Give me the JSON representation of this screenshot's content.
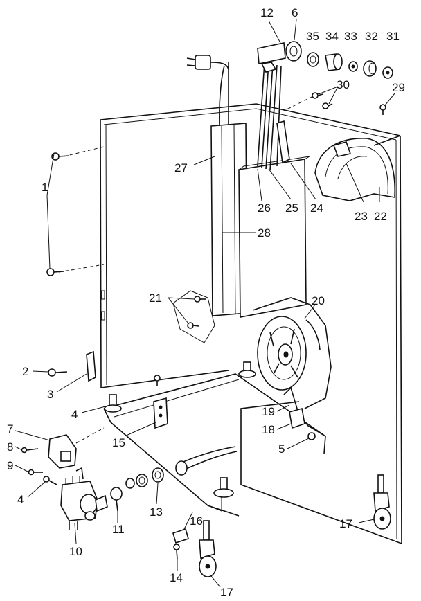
{
  "callouts": [
    {
      "id": "c1",
      "text": "1"
    },
    {
      "id": "c2",
      "text": "2"
    },
    {
      "id": "c3",
      "text": "3"
    },
    {
      "id": "c4a",
      "text": "4"
    },
    {
      "id": "c4b",
      "text": "4"
    },
    {
      "id": "c5",
      "text": "5"
    },
    {
      "id": "c6",
      "text": "6"
    },
    {
      "id": "c7",
      "text": "7"
    },
    {
      "id": "c8",
      "text": "8"
    },
    {
      "id": "c9",
      "text": "9"
    },
    {
      "id": "c10",
      "text": "10"
    },
    {
      "id": "c11",
      "text": "11"
    },
    {
      "id": "c12",
      "text": "12"
    },
    {
      "id": "c13",
      "text": "13"
    },
    {
      "id": "c14",
      "text": "14"
    },
    {
      "id": "c15",
      "text": "15"
    },
    {
      "id": "c16",
      "text": "16"
    },
    {
      "id": "c17a",
      "text": "17"
    },
    {
      "id": "c17b",
      "text": "17"
    },
    {
      "id": "c18",
      "text": "18"
    },
    {
      "id": "c19",
      "text": "19"
    },
    {
      "id": "c20",
      "text": "20"
    },
    {
      "id": "c21",
      "text": "21"
    },
    {
      "id": "c22",
      "text": "22"
    },
    {
      "id": "c23",
      "text": "23"
    },
    {
      "id": "c24",
      "text": "24"
    },
    {
      "id": "c25",
      "text": "25"
    },
    {
      "id": "c26",
      "text": "26"
    },
    {
      "id": "c27",
      "text": "27"
    },
    {
      "id": "c28",
      "text": "28"
    },
    {
      "id": "c29",
      "text": "29"
    },
    {
      "id": "c30",
      "text": "30"
    },
    {
      "id": "c31",
      "text": "31"
    },
    {
      "id": "c32",
      "text": "32"
    },
    {
      "id": "c33",
      "text": "33"
    },
    {
      "id": "c34",
      "text": "34"
    },
    {
      "id": "c35",
      "text": "35"
    }
  ]
}
